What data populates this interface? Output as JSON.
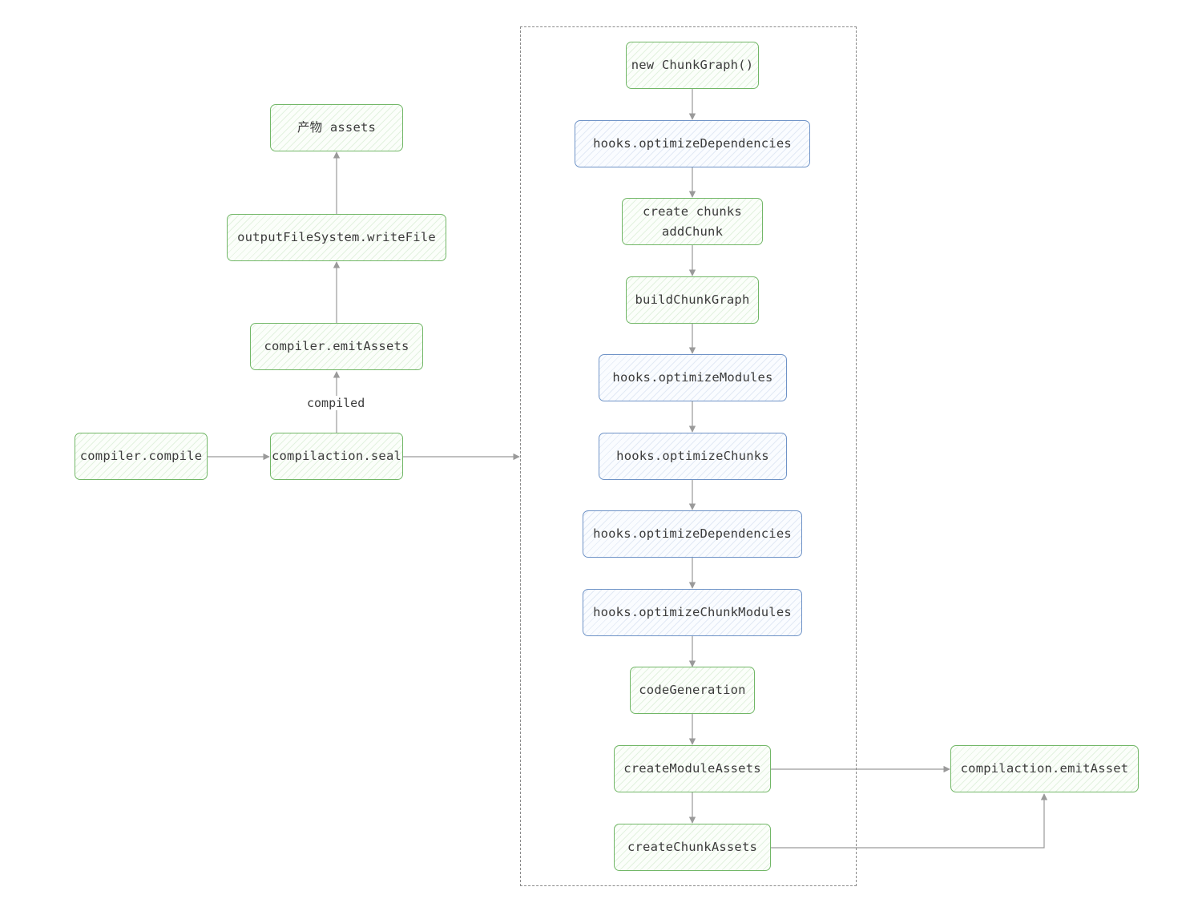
{
  "nodes": {
    "products_assets": "产物 assets",
    "output_write_file": "outputFileSystem.writeFile",
    "compiler_emit_assets": "compiler.emitAssets",
    "compiler_compile": "compiler.compile",
    "compilation_seal": "compilaction.seal",
    "new_chunk_graph": "new ChunkGraph()",
    "optimize_dependencies_1": "hooks.optimizeDependencies",
    "create_chunks": "create chunks\naddChunk",
    "build_chunk_graph": "buildChunkGraph",
    "optimize_modules": "hooks.optimizeModules",
    "optimize_chunks": "hooks.optimizeChunks",
    "optimize_dependencies_2": "hooks.optimizeDependencies",
    "optimize_chunk_modules": "hooks.optimizeChunkModules",
    "code_generation": "codeGeneration",
    "create_module_assets": "createModuleAssets",
    "create_chunk_assets": "createChunkAssets",
    "compilation_emit_asset": "compilaction.emitAsset"
  },
  "edge_labels": {
    "compiled": "compiled"
  },
  "colors": {
    "step_border": "#72b767",
    "hook_border": "#6f93c7",
    "edge": "#9a9a9a",
    "group_border": "#8a8a8a",
    "text": "#3b3b3b"
  }
}
